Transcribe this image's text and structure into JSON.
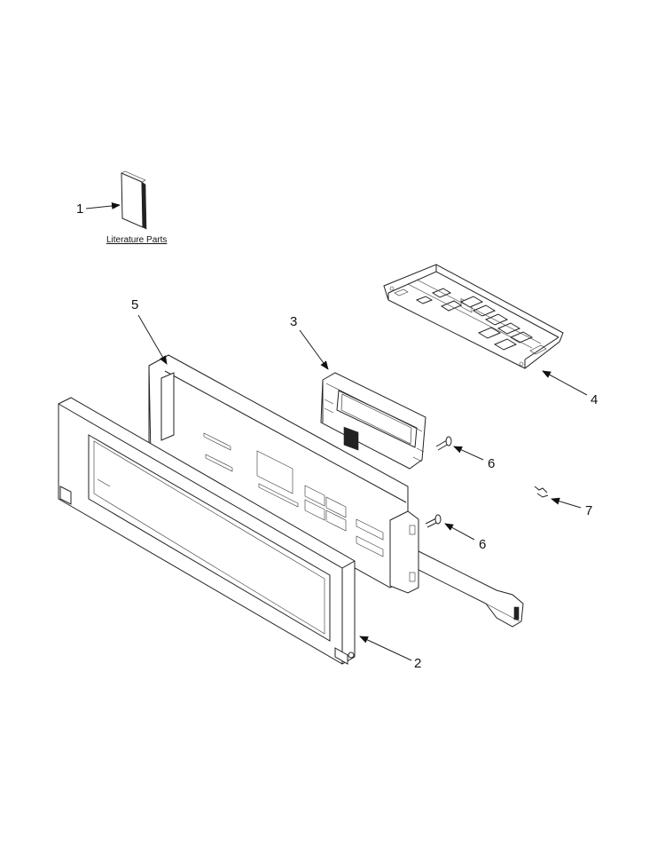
{
  "labels": {
    "part1": "1",
    "part2": "2",
    "part3": "3",
    "part4": "4",
    "part5": "5",
    "part6a": "6",
    "part6b": "6",
    "part7": "7"
  },
  "literature_caption": "Literature Parts"
}
